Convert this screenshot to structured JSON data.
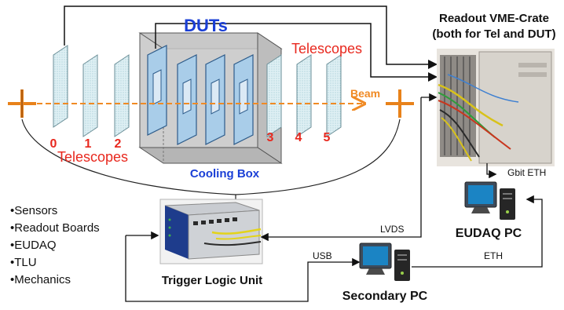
{
  "title": {
    "line1": "Readout VME-Crate",
    "line2": "(both for Tel and DUT)"
  },
  "box": {
    "duts_label": "DUTs",
    "cooling_label": "Cooling Box"
  },
  "telescopes": {
    "top_label": "Telescopes",
    "bottom_label": "Telescopes",
    "numbers": [
      "0",
      "1",
      "2",
      "3",
      "4",
      "5"
    ]
  },
  "beam_label": "Beam",
  "links": {
    "gbit": "Gbit ETH",
    "lvds": "LVDS",
    "usb": "USB",
    "eth": "ETH"
  },
  "devices": {
    "tlu": "Trigger Logic Unit",
    "eudaq_pc": "EUDAQ PC",
    "secondary_pc": "Secondary PC"
  },
  "bullets": [
    "•Sensors",
    "•Readout Boards",
    "•EUDAQ",
    "•TLU",
    "•Mechanics"
  ],
  "colors": {
    "telescope_red": "#e8281e",
    "dut_blue": "#1a3fd6",
    "beam_orange": "#f08a24",
    "plane_fill": "#d7ecf1",
    "dut_fill": "#a9cde9",
    "box_fill": "#c8c8c8"
  }
}
